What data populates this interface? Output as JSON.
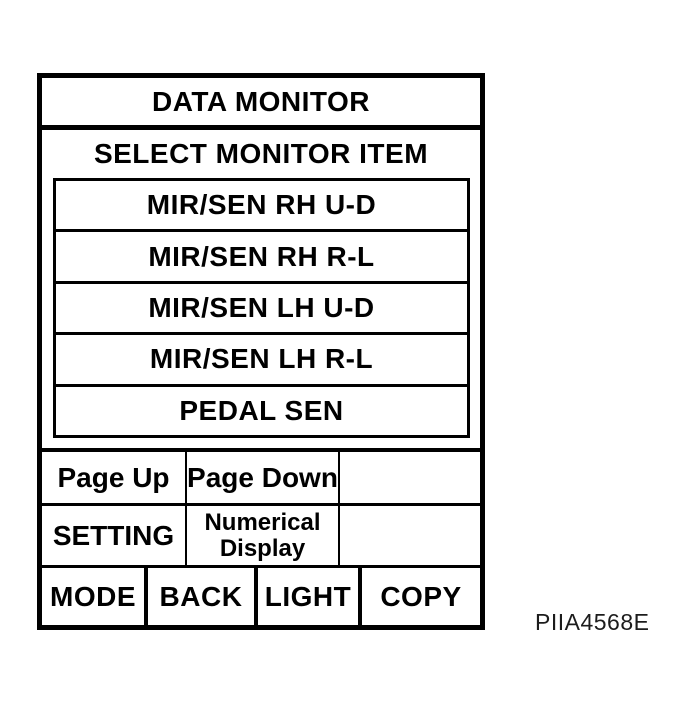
{
  "figure_id": "PIIA4568E",
  "screen": {
    "title": "DATA MONITOR",
    "subtitle": "SELECT MONITOR ITEM",
    "monitor_items": [
      "MIR/SEN RH U-D",
      "MIR/SEN RH R-L",
      "MIR/SEN LH U-D",
      "MIR/SEN LH R-L",
      "PEDAL SEN"
    ],
    "buttons": {
      "page_up": "Page Up",
      "page_down": "Page Down",
      "setting": "SETTING",
      "numerical_display": "Numerical Display",
      "mode": "MODE",
      "back": "BACK",
      "light": "LIGHT",
      "copy": "COPY"
    }
  },
  "colors": {
    "ink": "#000000",
    "background": "#ffffff"
  }
}
